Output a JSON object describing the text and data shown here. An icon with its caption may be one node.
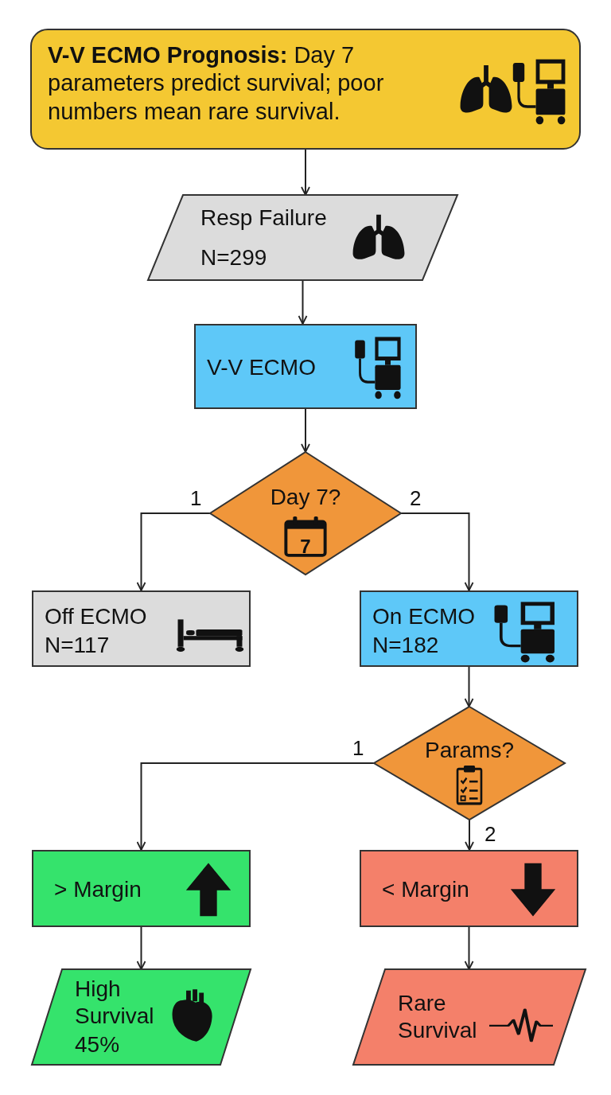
{
  "diagram": {
    "nodes": [
      {
        "text": [
          "**V-V ECMO Prognosis:** Day 7 parameters predict survival; poor numbers mean rare survival."
        ]
      },
      {
        "text": [
          "Resp Failure",
          "N=299"
        ]
      },
      {
        "text": [
          "V-V ECMO"
        ]
      },
      {
        "text": [
          "Day 7?",
          "7"
        ]
      },
      {
        "text": [
          "Off ECMO",
          "N=117"
        ]
      },
      {
        "text": [
          "On ECMO",
          "N=182"
        ]
      },
      {
        "text": [
          "Params?"
        ]
      },
      {
        "text": [
          "> Margin"
        ]
      },
      {
        "text": [
          "< Margin"
        ]
      },
      {
        "text": [
          "High Survival",
          "45%"
        ]
      },
      {
        "text": [
          "Rare Survival"
        ]
      }
    ],
    "edges": [
      {
        "from": 0,
        "to": 1,
        "arrow": "to"
      },
      {
        "from": 1,
        "to": 2,
        "arrow": "to"
      },
      {
        "from": 2,
        "to": 3,
        "arrow": "to"
      },
      {
        "from": 3,
        "to": 4,
        "arrow": "to",
        "label": "1"
      },
      {
        "from": 3,
        "to": 5,
        "arrow": "to",
        "label": "2"
      },
      {
        "from": 5,
        "to": 6,
        "arrow": "to"
      },
      {
        "from": 6,
        "to": 7,
        "arrow": "to",
        "label": "1"
      },
      {
        "from": 6,
        "to": 8,
        "arrow": "to",
        "label": "2"
      },
      {
        "from": 7,
        "to": 9,
        "arrow": "to"
      },
      {
        "from": 8,
        "to": 10,
        "arrow": "to"
      }
    ]
  }
}
